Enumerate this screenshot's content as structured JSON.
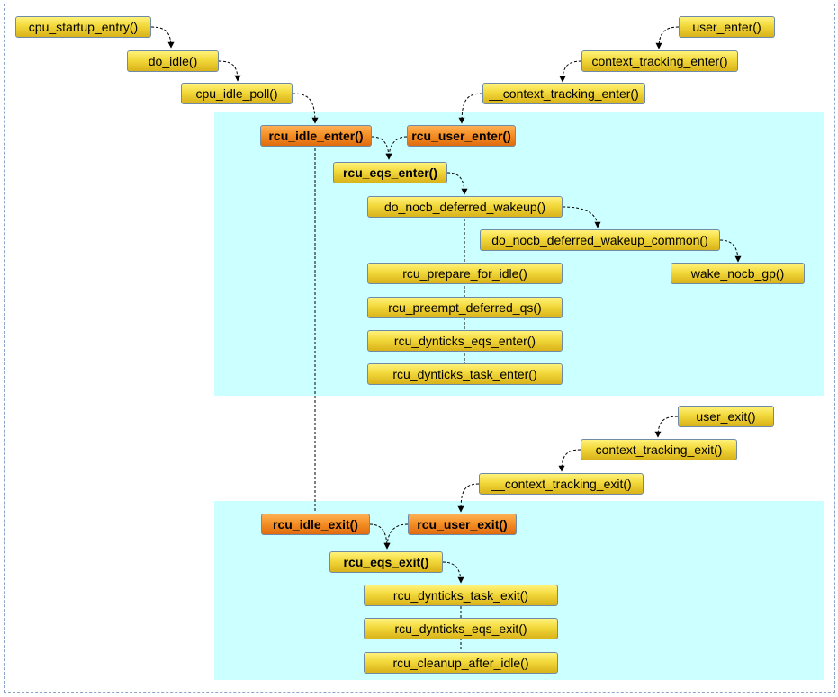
{
  "colors": {
    "region_fill": "#ccffff",
    "yellow_node": "#f2d83a",
    "orange_node": "#f59026",
    "frame_border": "#8aa4c8"
  },
  "nodes": {
    "cpu_startup_entry": "cpu_startup_entry()",
    "do_idle": "do_idle()",
    "cpu_idle_poll": "cpu_idle_poll()",
    "user_enter": "user_enter()",
    "context_tracking_enter": "context_tracking_enter()",
    "__context_tracking_enter": "__context_tracking_enter()",
    "rcu_idle_enter": "rcu_idle_enter()",
    "rcu_user_enter": "rcu_user_enter()",
    "rcu_eqs_enter": "rcu_eqs_enter()",
    "do_nocb_deferred_wakeup": "do_nocb_deferred_wakeup()",
    "do_nocb_deferred_wakeup_common": "do_nocb_deferred_wakeup_common()",
    "wake_nocb_gp": "wake_nocb_gp()",
    "rcu_prepare_for_idle": "rcu_prepare_for_idle()",
    "rcu_preempt_deferred_qs": "rcu_preempt_deferred_qs()",
    "rcu_dynticks_eqs_enter": "rcu_dynticks_eqs_enter()",
    "rcu_dynticks_task_enter": "rcu_dynticks_task_enter()",
    "user_exit": "user_exit()",
    "context_tracking_exit": "context_tracking_exit()",
    "__context_tracking_exit": "__context_tracking_exit()",
    "rcu_idle_exit": "rcu_idle_exit()",
    "rcu_user_exit": "rcu_user_exit()",
    "rcu_eqs_exit": "rcu_eqs_exit()",
    "rcu_dynticks_task_exit": "rcu_dynticks_task_exit()",
    "rcu_dynticks_eqs_exit": "rcu_dynticks_eqs_exit()",
    "rcu_cleanup_after_idle": "rcu_cleanup_after_idle()"
  }
}
